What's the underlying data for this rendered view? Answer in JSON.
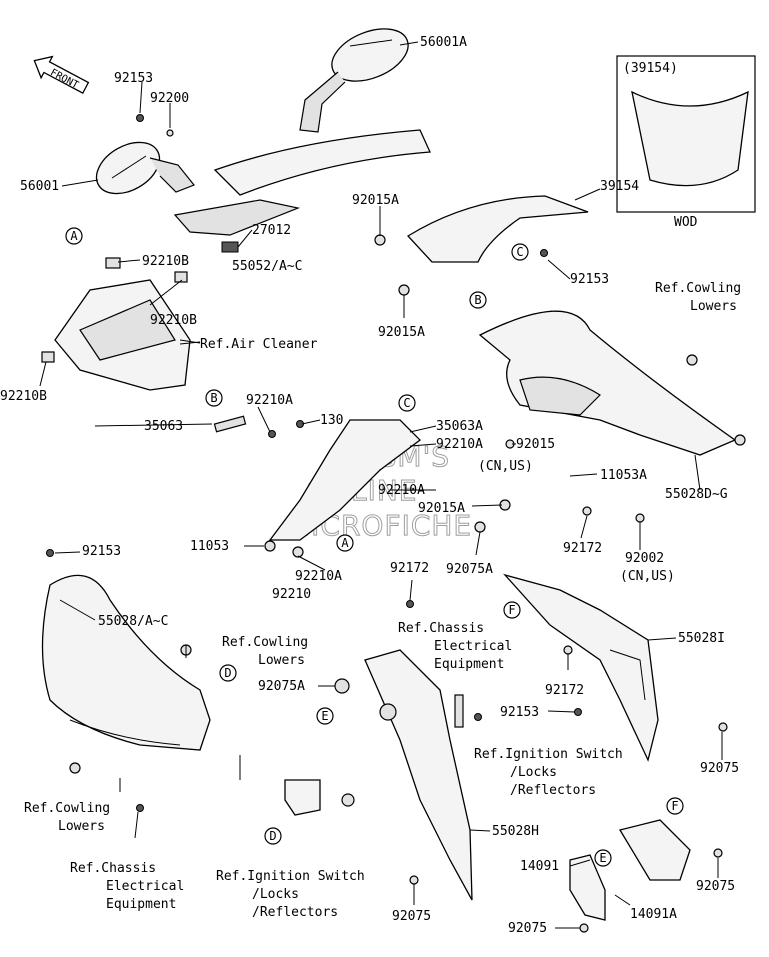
{
  "front_label": "FRONT",
  "inset": {
    "code": "(39154)",
    "caption": "WOD"
  },
  "watermark": [
    "HLSM'S",
    "ONLINE",
    "MICROFICHE"
  ],
  "part_labels": [
    {
      "key": "p56001A",
      "text": "56001A"
    },
    {
      "key": "p92153_tl",
      "text": "92153"
    },
    {
      "key": "p92200",
      "text": "92200"
    },
    {
      "key": "p56001",
      "text": "56001"
    },
    {
      "key": "p39154",
      "text": "39154"
    },
    {
      "key": "p92015A_a",
      "text": "92015A"
    },
    {
      "key": "p27012",
      "text": "27012"
    },
    {
      "key": "p92210B_1",
      "text": "92210B"
    },
    {
      "key": "p92210B_2",
      "text": "92210B"
    },
    {
      "key": "p55052",
      "text": "55052/A~C"
    },
    {
      "key": "p92015A_b",
      "text": "92015A"
    },
    {
      "key": "p92153_mr",
      "text": "92153"
    },
    {
      "key": "p92210B_3",
      "text": "92210B"
    },
    {
      "key": "p35063",
      "text": "35063"
    },
    {
      "key": "p92210A_1",
      "text": "92210A"
    },
    {
      "key": "p130",
      "text": "130"
    },
    {
      "key": "p35063A",
      "text": "35063A"
    },
    {
      "key": "p92210A_2",
      "text": "92210A"
    },
    {
      "key": "p92015",
      "text": "92015"
    },
    {
      "key": "pCNUS1",
      "text": "(CN,US)"
    },
    {
      "key": "p11053A",
      "text": "11053A"
    },
    {
      "key": "p92210A_3",
      "text": "92210A"
    },
    {
      "key": "p92015A_c",
      "text": "92015A"
    },
    {
      "key": "p55028DG",
      "text": "55028D~G"
    },
    {
      "key": "p11053",
      "text": "11053"
    },
    {
      "key": "p92210A_4",
      "text": "92210A"
    },
    {
      "key": "p92210",
      "text": "92210"
    },
    {
      "key": "p92172_a",
      "text": "92172"
    },
    {
      "key": "p92002",
      "text": "92002"
    },
    {
      "key": "pCNUS2",
      "text": "(CN,US)"
    },
    {
      "key": "p92075A_a",
      "text": "92075A"
    },
    {
      "key": "p92153_ml",
      "text": "92153"
    },
    {
      "key": "p92172_b",
      "text": "92172"
    },
    {
      "key": "p55028AC",
      "text": "55028/A~C"
    },
    {
      "key": "p55028I",
      "text": "55028I"
    },
    {
      "key": "p92075A_b",
      "text": "92075A"
    },
    {
      "key": "p92172_c",
      "text": "92172"
    },
    {
      "key": "p92153_br",
      "text": "92153"
    },
    {
      "key": "p92075_r",
      "text": "92075"
    },
    {
      "key": "p55028H",
      "text": "55028H"
    },
    {
      "key": "p14091",
      "text": "14091"
    },
    {
      "key": "p92075_b1",
      "text": "92075"
    },
    {
      "key": "p92075_b2",
      "text": "92075"
    },
    {
      "key": "p14091A",
      "text": "14091A"
    },
    {
      "key": "p92075_br",
      "text": "92075"
    }
  ],
  "reference_notes": [
    {
      "key": "r_air",
      "lines": [
        "Ref.Air Cleaner"
      ]
    },
    {
      "key": "r_cowl_tr",
      "lines": [
        "Ref.Cowling",
        "Lowers"
      ]
    },
    {
      "key": "r_cowl_m",
      "lines": [
        "Ref.Cowling",
        "Lowers"
      ]
    },
    {
      "key": "r_chassis_m",
      "lines": [
        "Ref.Chassis",
        "Electrical",
        "Equipment"
      ]
    },
    {
      "key": "r_ign_r",
      "lines": [
        "Ref.Ignition Switch",
        "/Locks",
        "/Reflectors"
      ]
    },
    {
      "key": "r_cowl_bl",
      "lines": [
        "Ref.Cowling",
        "Lowers"
      ]
    },
    {
      "key": "r_chassis_bl",
      "lines": [
        "Ref.Chassis",
        "Electrical",
        "Equipment"
      ]
    },
    {
      "key": "r_ign_b",
      "lines": [
        "Ref.Ignition Switch",
        "/Locks",
        "/Reflectors"
      ]
    }
  ],
  "callouts": [
    {
      "key": "cA1",
      "letter": "A"
    },
    {
      "key": "cA2",
      "letter": "A"
    },
    {
      "key": "cB1",
      "letter": "B"
    },
    {
      "key": "cB2",
      "letter": "B"
    },
    {
      "key": "cC1",
      "letter": "C"
    },
    {
      "key": "cC2",
      "letter": "C"
    },
    {
      "key": "cD1",
      "letter": "D"
    },
    {
      "key": "cD2",
      "letter": "D"
    },
    {
      "key": "cE1",
      "letter": "E"
    },
    {
      "key": "cE2",
      "letter": "E"
    },
    {
      "key": "cF1",
      "letter": "F"
    },
    {
      "key": "cF2",
      "letter": "F"
    }
  ]
}
